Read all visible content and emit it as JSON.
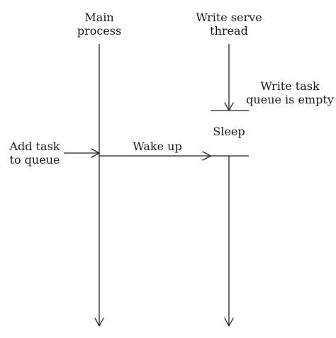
{
  "diagram": {
    "main_process_label": "Main\nprocess",
    "write_thread_label": "Write serve\nthread",
    "queue_empty_label": "Write task\nqueue is empty",
    "sleep_label": "Sleep",
    "add_task_label": "Add task\nto queue",
    "wake_up_label": "Wake up"
  }
}
